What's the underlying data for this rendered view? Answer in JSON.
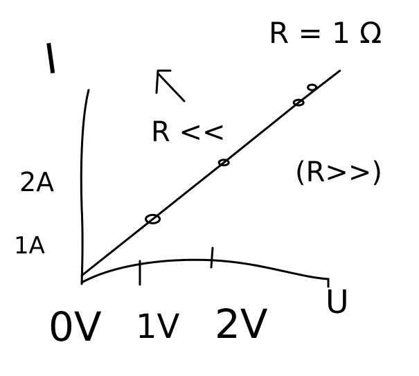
{
  "chart_data": {
    "type": "line",
    "title": "R = 1 Ω",
    "xlabel": "U",
    "ylabel": "I",
    "x_tick_labels": [
      "0V",
      "1V",
      "2V"
    ],
    "y_tick_labels": [
      "1A",
      "2A"
    ],
    "series": [
      {
        "x": [
          0,
          0.95,
          1.9,
          2.9,
          3.45
        ],
        "y": [
          0,
          0.8,
          1.6,
          2.45,
          2.9
        ]
      }
    ],
    "annotations": [
      "R <<",
      "(R>>)"
    ],
    "grid": false
  }
}
